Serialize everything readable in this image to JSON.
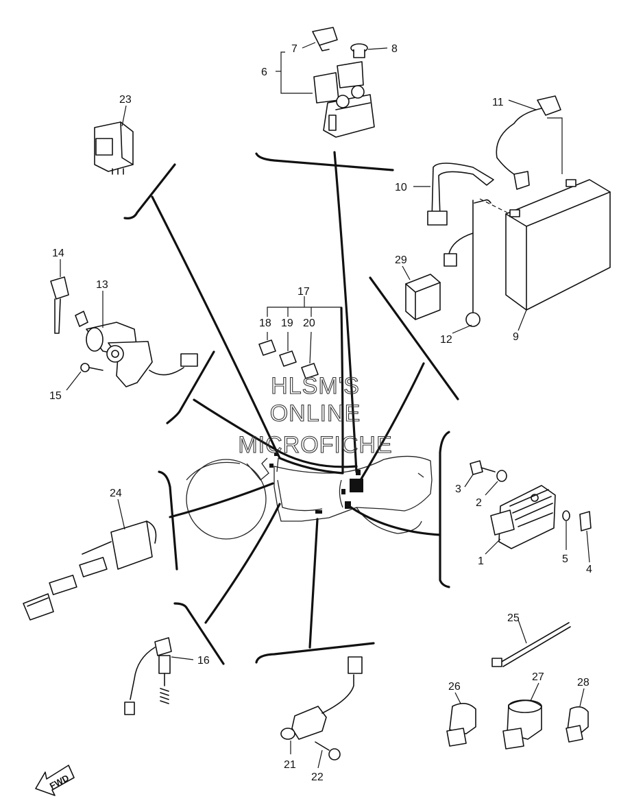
{
  "diagram": {
    "callouts": {
      "c1": "1",
      "c2": "2",
      "c3": "3",
      "c4": "4",
      "c5": "5",
      "c6": "6",
      "c7": "7",
      "c8": "8",
      "c9": "9",
      "c10": "10",
      "c11": "11",
      "c12": "12",
      "c13": "13",
      "c14": "14",
      "c15": "15",
      "c16": "16",
      "c17": "17",
      "c18": "18",
      "c19": "19",
      "c20": "20",
      "c21": "21",
      "c22": "22",
      "c23": "23",
      "c24": "24",
      "c25": "25",
      "c26": "26",
      "c27": "27",
      "c28": "28",
      "c29": "29"
    },
    "watermark": {
      "line1": "HLSM'S",
      "line2": "ONLINE",
      "line3": "MICROFICHE"
    },
    "direction_label": "FWD"
  }
}
